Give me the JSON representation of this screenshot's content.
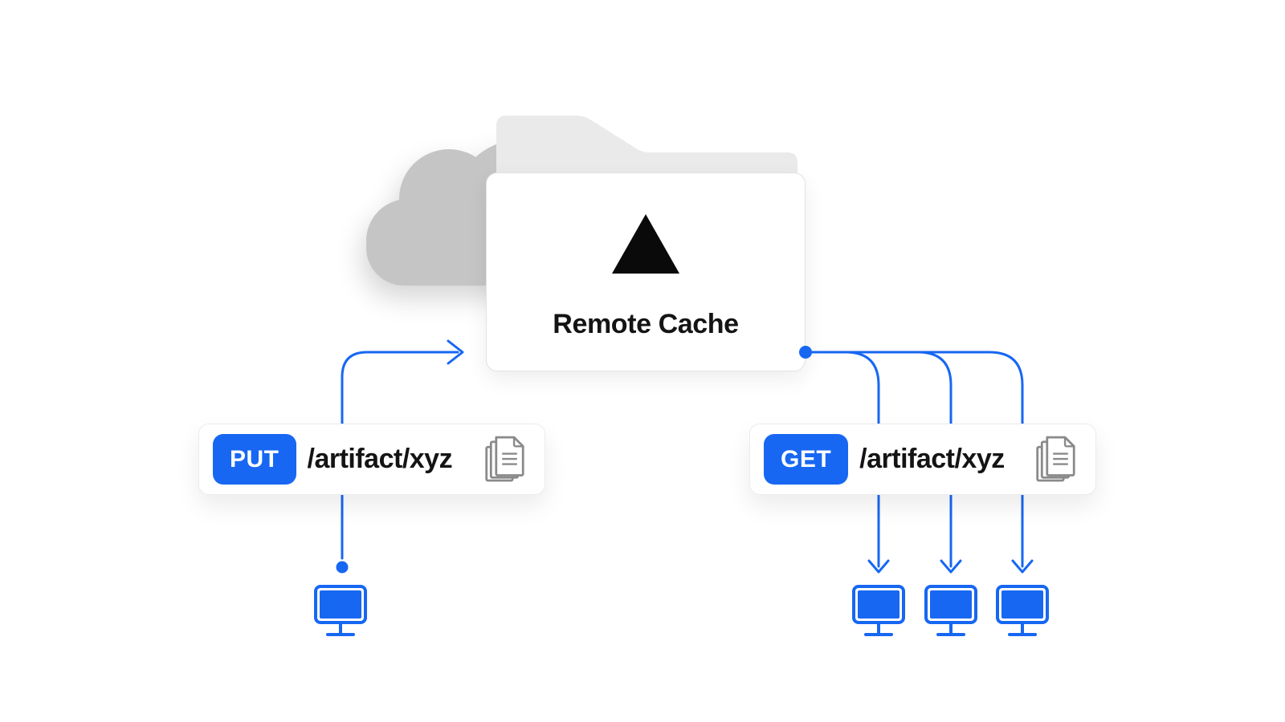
{
  "colors": {
    "accent_blue": "#1767F2",
    "cloud_gray": "#C5C5C5",
    "folder_gray": "#EAEAEA",
    "icon_gray": "#8A8A8A",
    "text_dark": "#141414"
  },
  "remote_cache": {
    "title": "Remote Cache",
    "logo_icon": "vercel-triangle-icon"
  },
  "requests": {
    "put": {
      "method": "PUT",
      "path": "/artifact/xyz",
      "files_icon": "artifact-files-icon"
    },
    "get": {
      "method": "GET",
      "path": "/artifact/xyz",
      "files_icon": "artifact-files-icon"
    }
  },
  "clients": {
    "put_clients": 1,
    "get_clients": 3
  }
}
